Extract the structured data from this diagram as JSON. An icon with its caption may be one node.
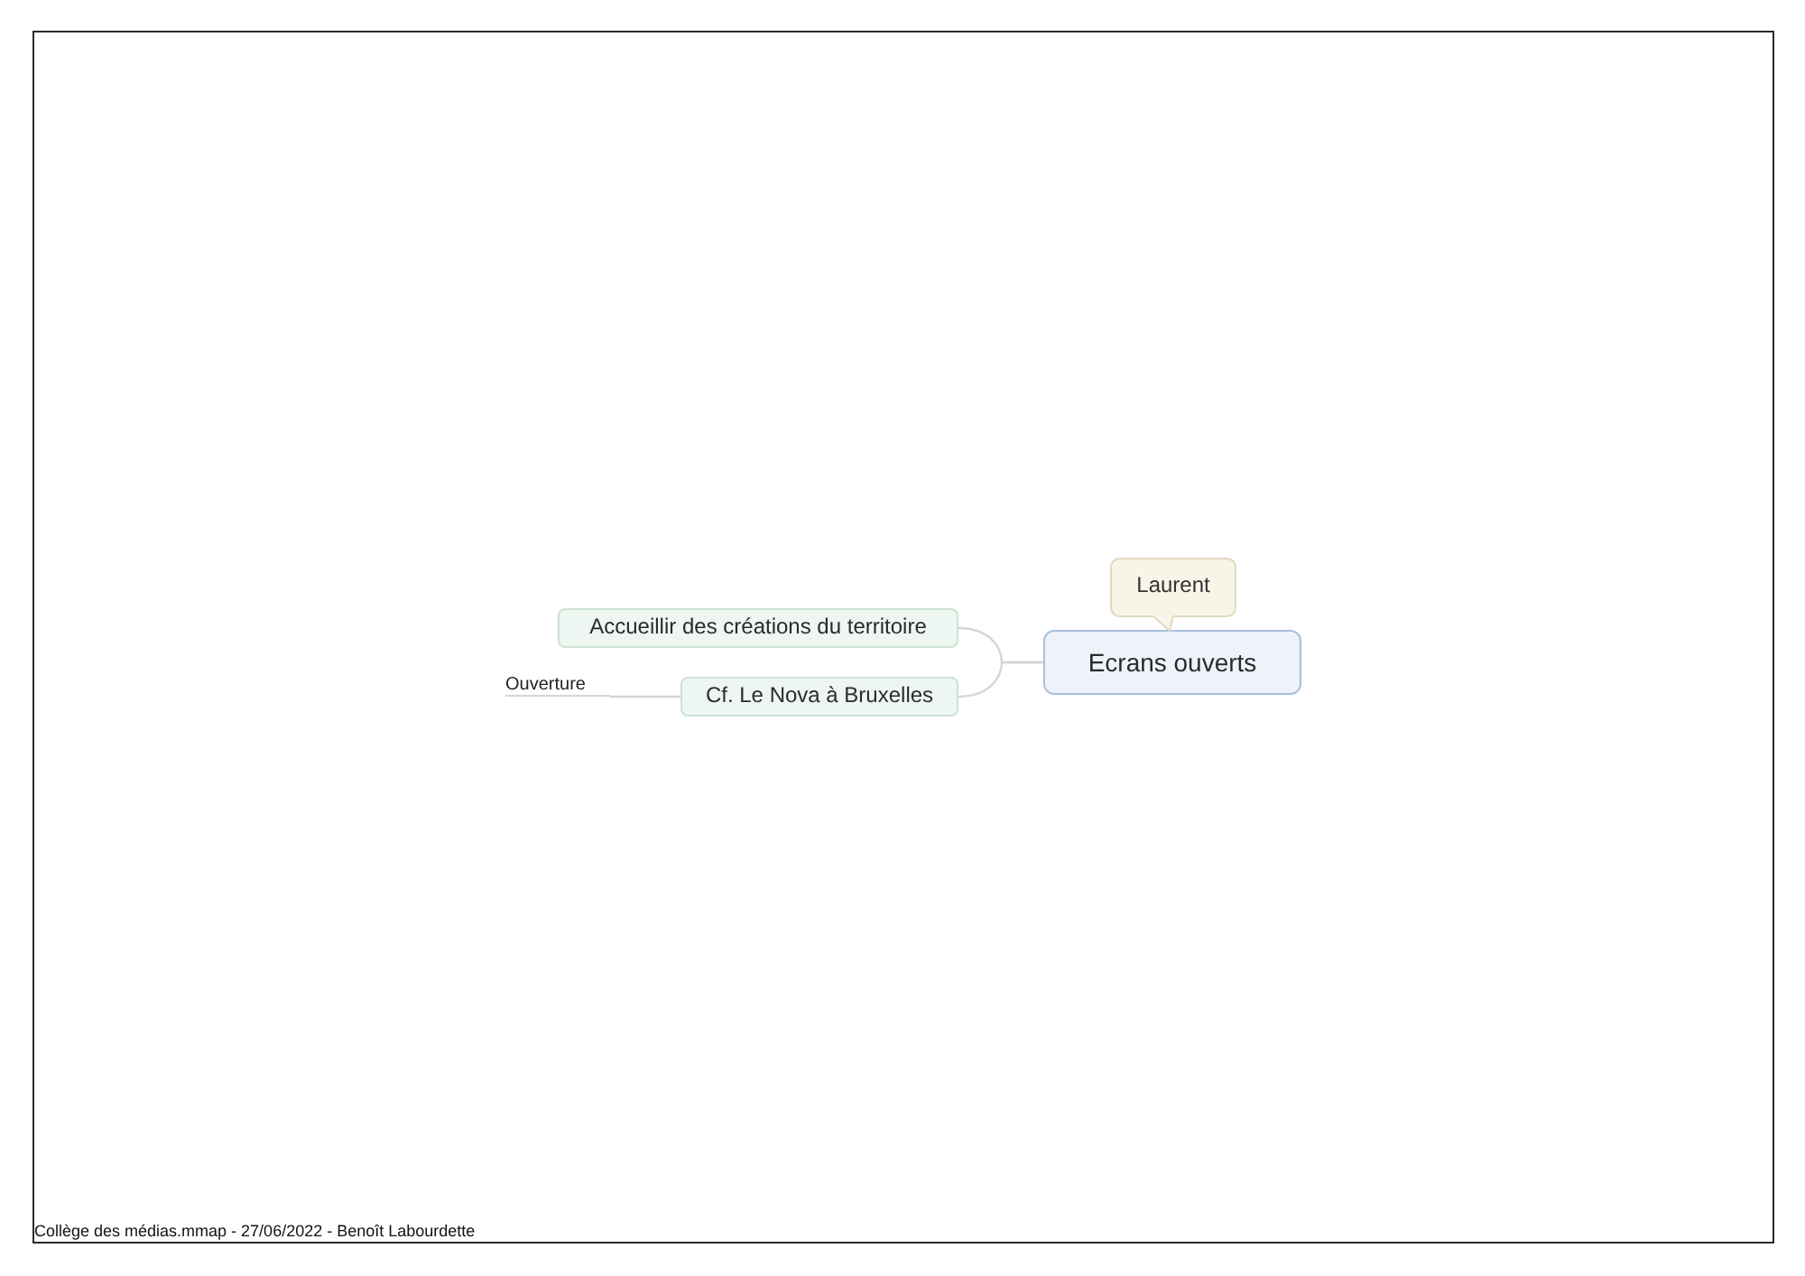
{
  "diagram": {
    "nodes": [
      {
        "text": [
          "Ecrans ouverts"
        ]
      },
      {
        "text": [
          "Laurent"
        ]
      },
      {
        "text": [
          "Accueillir des créations du territoire"
        ]
      },
      {
        "text": [
          "Cf. Le Nova à Bruxelles"
        ]
      },
      {
        "text": [
          "Ouverture"
        ]
      }
    ],
    "edges": [
      {
        "from": 0,
        "to": 2,
        "arrow": "none"
      },
      {
        "from": 0,
        "to": 3,
        "arrow": "none"
      },
      {
        "from": 3,
        "to": 4,
        "arrow": "none"
      }
    ],
    "caption": "Collège des médias.mmap - 27/06/2022 - Benoît Labourdette"
  }
}
